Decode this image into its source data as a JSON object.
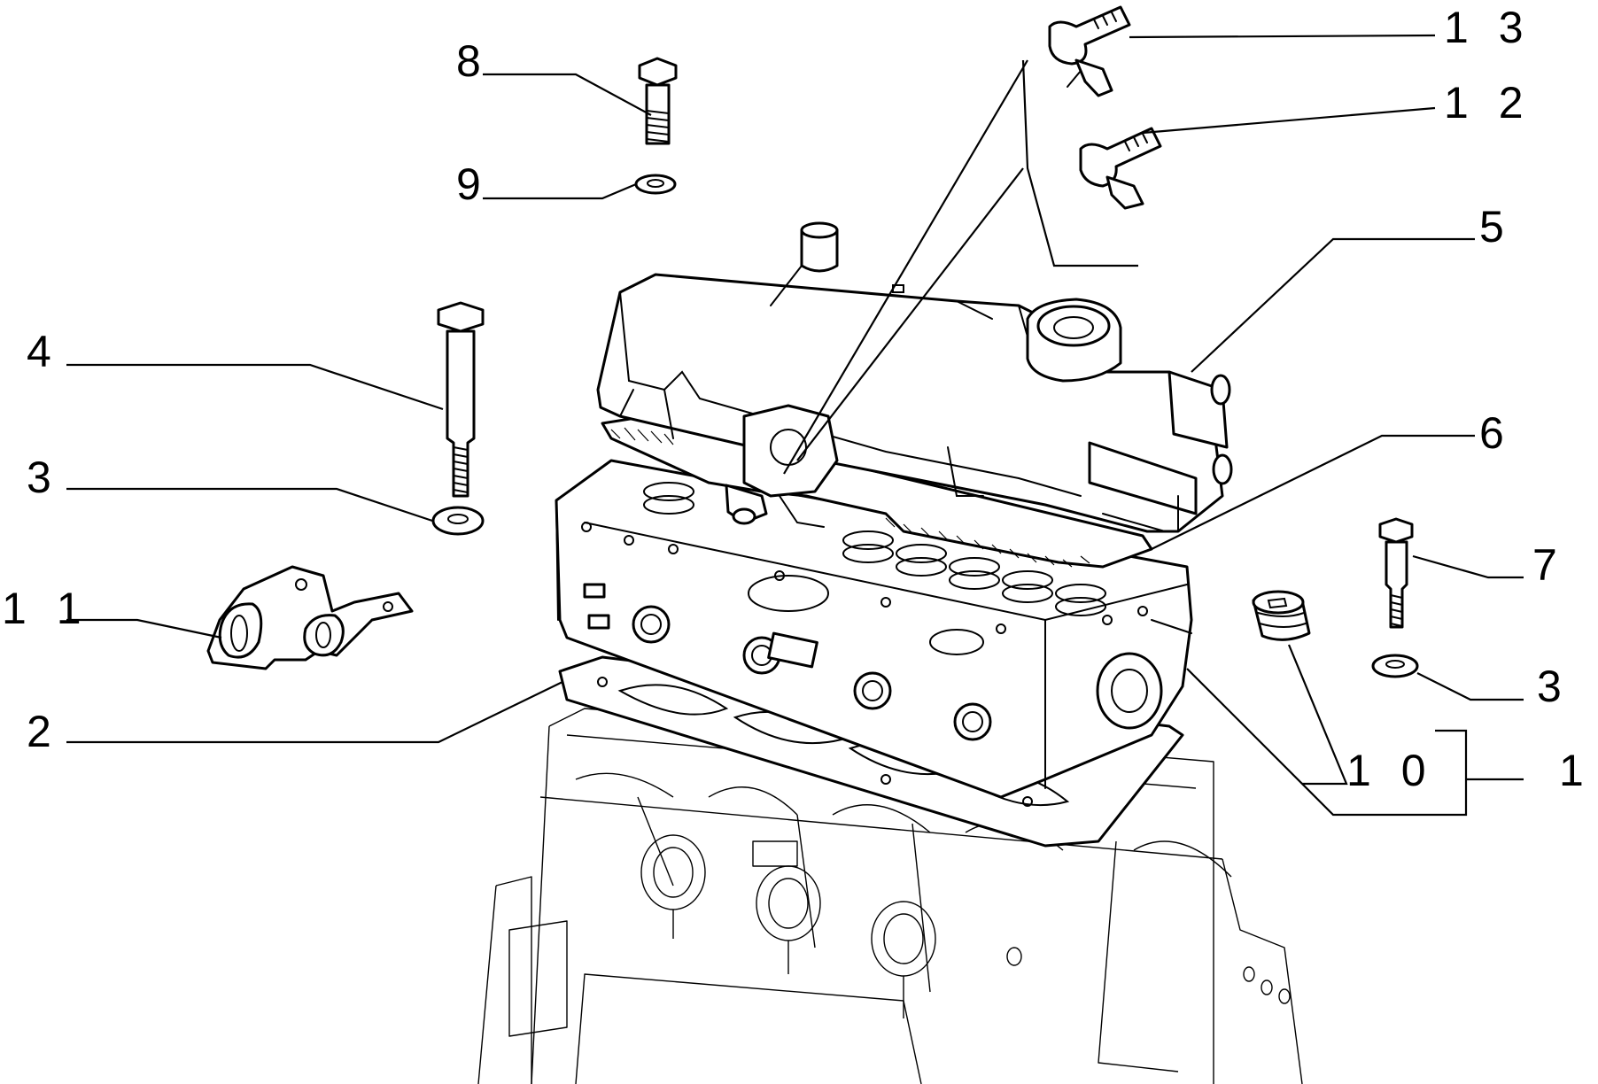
{
  "diagram": {
    "callouts": [
      {
        "id": "c13",
        "label": "1 3"
      },
      {
        "id": "c12",
        "label": "1 2"
      },
      {
        "id": "c8",
        "label": "8"
      },
      {
        "id": "c9",
        "label": "9"
      },
      {
        "id": "c5",
        "label": "5"
      },
      {
        "id": "c4",
        "label": "4"
      },
      {
        "id": "c6",
        "label": "6"
      },
      {
        "id": "c3a",
        "label": "3"
      },
      {
        "id": "c11",
        "label": "1 1"
      },
      {
        "id": "c7",
        "label": "7"
      },
      {
        "id": "c3b",
        "label": "3"
      },
      {
        "id": "c2",
        "label": "2"
      },
      {
        "id": "c10",
        "label": "1 0"
      },
      {
        "id": "c1",
        "label": "1"
      }
    ],
    "parts": [
      "engine-block-outline",
      "head-gasket",
      "cylinder-head",
      "valve-cover",
      "valve-cover-gasket",
      "thermostat-housing",
      "bolt-8",
      "washer-9",
      "bolt-4",
      "washer-3-left",
      "bolt-7",
      "washer-3-right",
      "plug-10",
      "bracket-11",
      "banjo-fitting-12",
      "banjo-fitting-13"
    ]
  }
}
